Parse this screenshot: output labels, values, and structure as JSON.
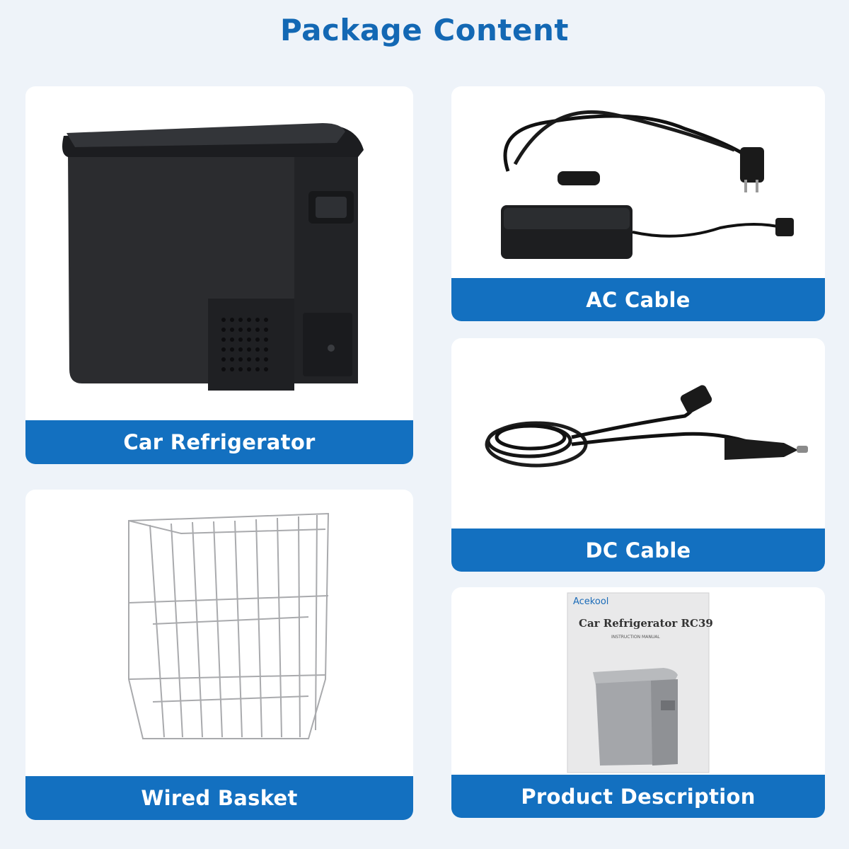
{
  "title": "Package Content",
  "items": [
    {
      "label": "Car Refrigerator"
    },
    {
      "label": "Wired Basket"
    },
    {
      "label": "AC Cable"
    },
    {
      "label": "DC Cable"
    },
    {
      "label": "Product Description"
    }
  ],
  "manual": {
    "brand": "Acekool",
    "title": "Car Refrigerator RC39",
    "subtitle": "INSTRUCTION MANUAL"
  },
  "colors": {
    "accent": "#1370c0",
    "title": "#1368b4",
    "background": "#eef3f9"
  }
}
